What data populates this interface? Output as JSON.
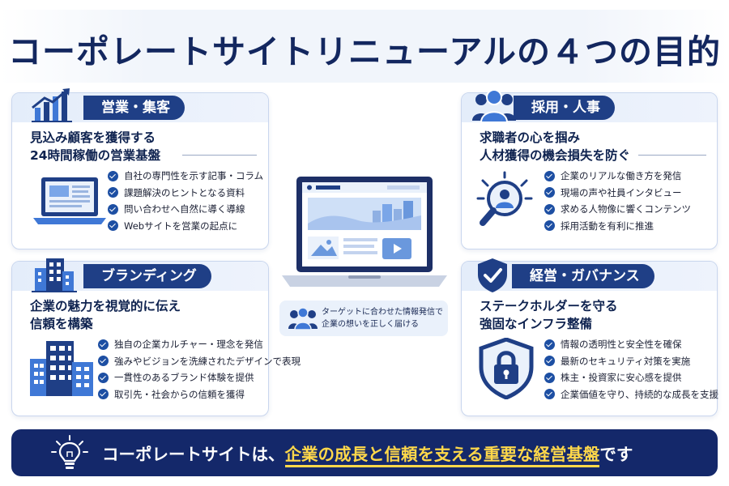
{
  "page": {
    "title": "コーポレートサイトリニューアルの４つの目的"
  },
  "cards": {
    "sales": {
      "label": "営業・集客",
      "subtitle": [
        "見込み顧客を獲得する",
        "24時間稼働の営業基盤"
      ],
      "bullets": [
        "自社の専門性を示す記事・コラム",
        "課題解決のヒントとなる資料",
        "問い合わせへ自然に導く導線",
        "Webサイトを営業の起点に"
      ],
      "header_icon": "growth-chart-icon",
      "illustration": "laptop-icon"
    },
    "recruit": {
      "label": "採用・人事",
      "subtitle": [
        "求職者の心を掴み",
        "人材獲得の機会損失を防ぐ"
      ],
      "bullets": [
        "企業のリアルな働き方を発信",
        "現場の声や社員インタビュー",
        "求める人物像に響くコンテンツ",
        "採用活動を有利に推進"
      ],
      "header_icon": "people-group-icon",
      "illustration": "magnifier-person-icon"
    },
    "branding": {
      "label": "ブランディング",
      "subtitle": [
        "企業の魅力を視覚的に伝え",
        "信頼を構築"
      ],
      "bullets": [
        "独自の企業カルチャー・理念を発信",
        "強みやビジョンを洗練されたデザインで表現",
        "一貫性のあるブランド体験を提供",
        "取引先・社会からの信頼を獲得"
      ],
      "header_icon": "building-icon",
      "illustration": "buildings-icon"
    },
    "governance": {
      "label": "経営・ガバナンス",
      "subtitle": [
        "ステークホルダーを守る",
        "強固なインフラ整備"
      ],
      "bullets": [
        "情報の透明性と安全性を確保",
        "最新のセキュリティ対策を実施",
        "株主・投資家に安心感を提供",
        "企業価値を守り、持続的な成長を支援"
      ],
      "header_icon": "shield-check-icon",
      "illustration": "shield-lock-icon"
    }
  },
  "center": {
    "illustration": "laptop-website-icon",
    "note_icon": "people-group-icon",
    "note": [
      "ターゲットに合わせた情報発信で",
      "企業の想いを正しく届ける"
    ]
  },
  "banner": {
    "icon": "lightbulb-icon",
    "text_before": "コーポレートサイトは、",
    "highlight": "企業の成長と信頼を支える重要な経営基盤",
    "text_after": "です"
  },
  "colors": {
    "navy": "#14286a",
    "accent": "#1f3f86",
    "blue": "#3f78d6",
    "highlight": "#ffd84a"
  }
}
